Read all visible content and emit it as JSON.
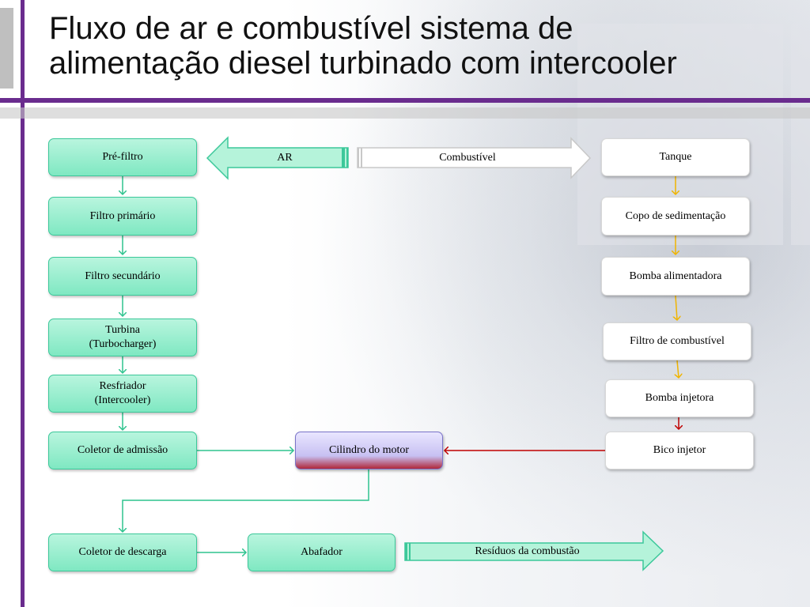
{
  "title": {
    "line1": "Fluxo de ar e combustível sistema de",
    "line2": "alimentação diesel turbinado com intercooler"
  },
  "arrows": {
    "air": "AR",
    "fuel": "Combustível",
    "residue": "Resíduos da combustão"
  },
  "air_path": [
    "Pré-filtro",
    "Filtro primário",
    "Filtro secundário",
    "Turbina\n(Turbocharger)",
    "Resfriador\n(Intercooler)",
    "Coletor de admissão"
  ],
  "fuel_path": [
    "Tanque",
    "Copo de sedimentação",
    "Bomba alimentadora",
    "Filtro de combustível",
    "Bomba injetora",
    "Bico injetor"
  ],
  "engine": "Cilindro do motor",
  "exhaust": {
    "manifold": "Coletor de descarga",
    "muffler": "Abafador"
  },
  "colors": {
    "air_connector": "#2ec38e",
    "fuel_connector": "#f0b400",
    "injection_connector": "#c00000",
    "accent": "#6a2c8e"
  }
}
